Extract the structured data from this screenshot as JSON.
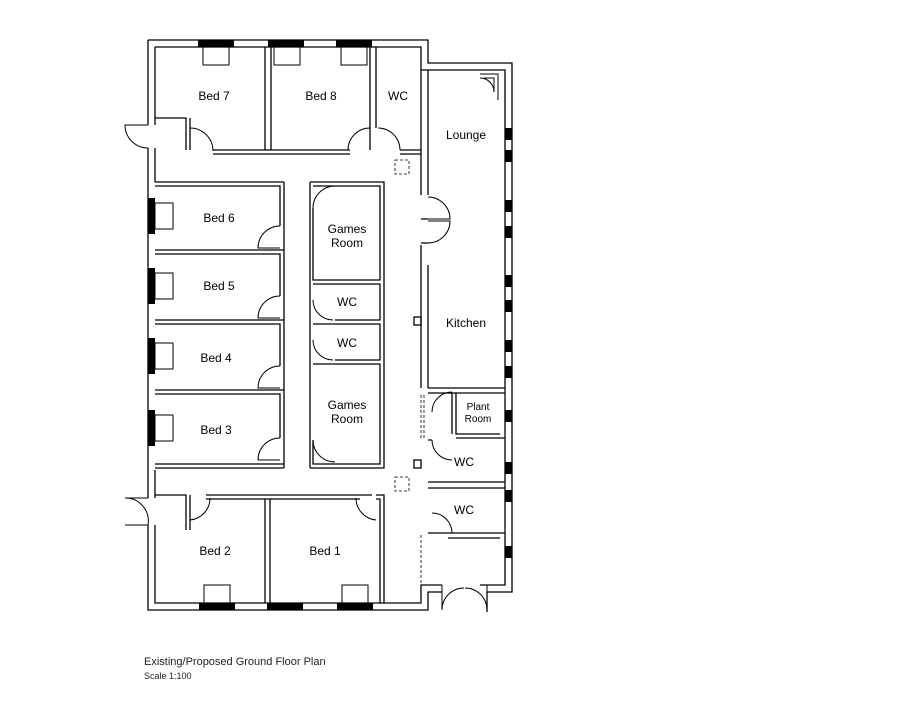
{
  "drawing": {
    "title": "Existing/Proposed Ground Floor Plan",
    "scale": "Scale 1:100"
  },
  "rooms": {
    "bed7": "Bed 7",
    "bed8": "Bed 8",
    "wc_top": "WC",
    "lounge": "Lounge",
    "bed6": "Bed 6",
    "bed5": "Bed 5",
    "bed4": "Bed 4",
    "bed3": "Bed 3",
    "games_room_1_line1": "Games",
    "games_room_1_line2": "Room",
    "wc_mid_1": "WC",
    "wc_mid_2": "WC",
    "games_room_2_line1": "Games",
    "games_room_2_line2": "Room",
    "kitchen": "Kitchen",
    "plant_room_line1": "Plant",
    "plant_room_line2": "Room",
    "wc_right_1": "WC",
    "wc_right_2": "WC",
    "bed2": "Bed 2",
    "bed1": "Bed 1"
  }
}
